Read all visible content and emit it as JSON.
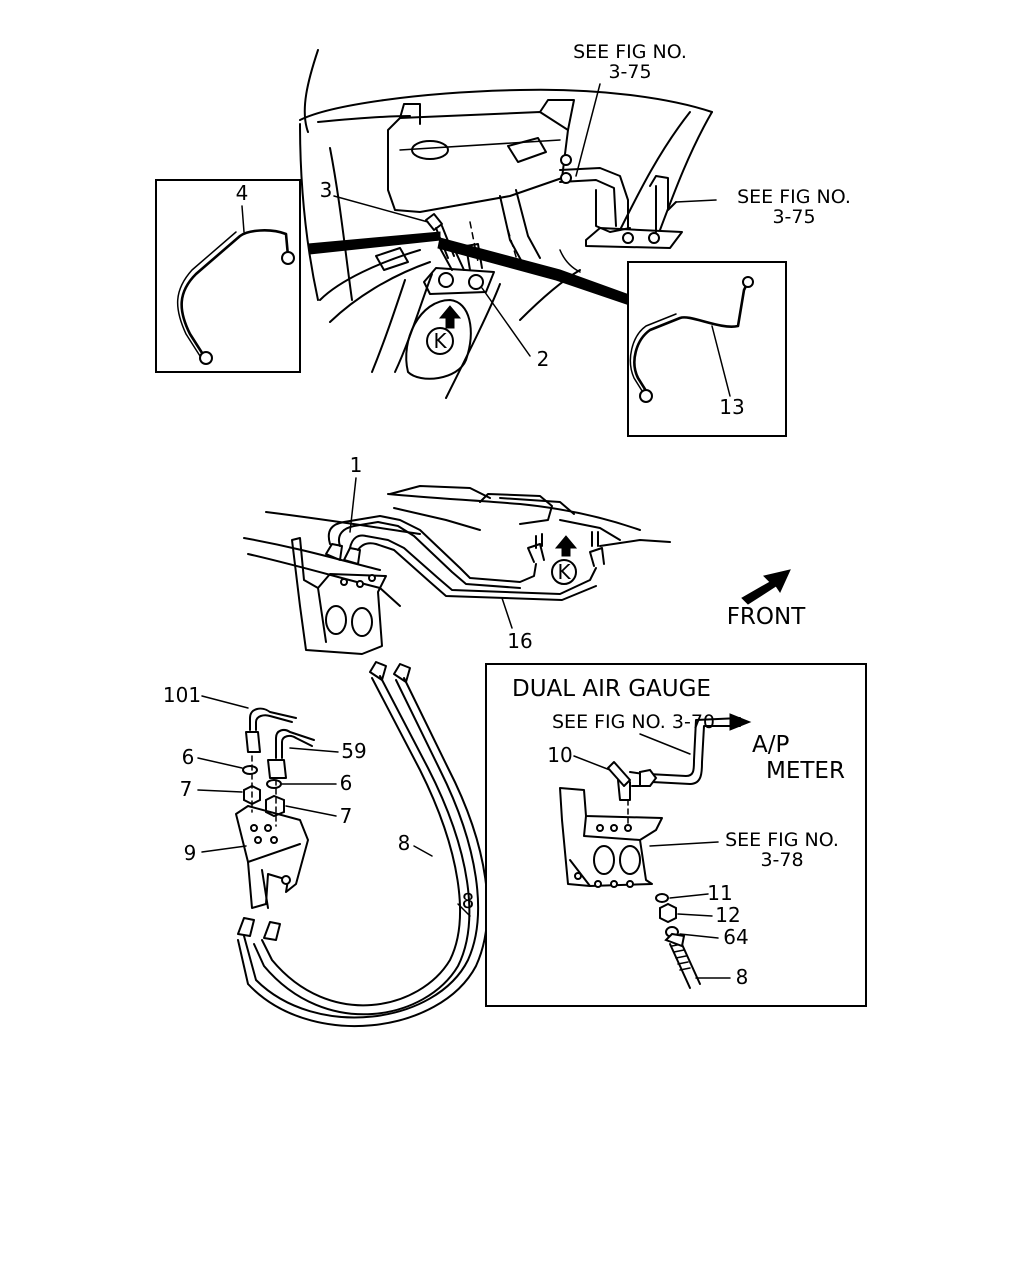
{
  "references": {
    "top_left": {
      "line1": "SEE FIG NO.",
      "line2": "3-75"
    },
    "top_right": {
      "line1": "SEE FIG NO.",
      "line2": "3-75"
    },
    "gauge_bracket": {
      "line1": "SEE FIG NO.",
      "line2": "3-78"
    },
    "gauge_line": "SEE FIG NO. 3-70"
  },
  "direction": {
    "label": "FRONT"
  },
  "inset_dual_air_gauge": {
    "title": "DUAL AIR GAUGE",
    "meter_line1": "A/P",
    "meter_line2": "METER"
  },
  "view_markers": {
    "top": "K",
    "middle": "K"
  },
  "callouts": {
    "c1": "1",
    "c2": "2",
    "c3": "3",
    "c4": "4",
    "c6a": "6",
    "c6b": "6",
    "c7a": "7",
    "c7b": "7",
    "c8a": "8",
    "c8b": "8",
    "c8c": "8",
    "c9": "9",
    "c10": "10",
    "c11": "11",
    "c12": "12",
    "c13": "13",
    "c16": "16",
    "c59": "59",
    "c64": "64",
    "c101": "101"
  },
  "colors": {
    "line": "#000000",
    "background": "#ffffff"
  }
}
